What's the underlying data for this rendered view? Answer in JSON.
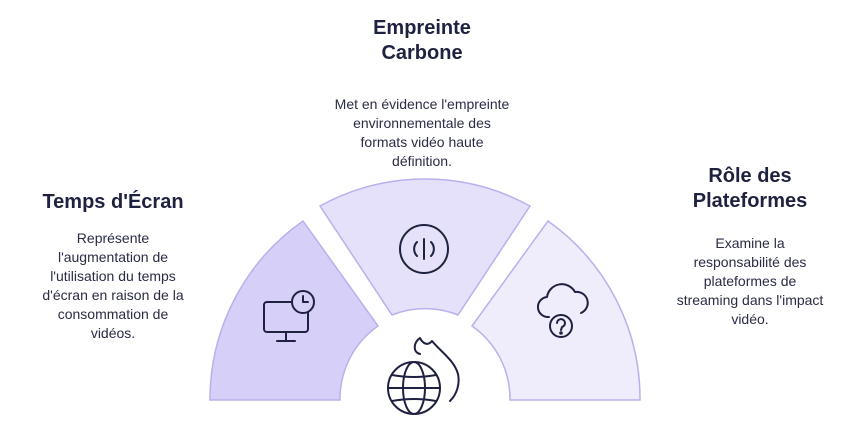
{
  "center": {
    "title_lines": [
      "Empreinte",
      "Carbone"
    ],
    "description_lines": [
      "Met en évidence l'empreinte",
      "environnementale des",
      "formats vidéo haute",
      "définition."
    ],
    "icon": "no-signal-icon"
  },
  "left": {
    "title_lines": [
      "Temps d'Écran"
    ],
    "description_lines": [
      "Représente",
      "l'augmentation de",
      "l'utilisation du temps",
      "d'écran en raison de la",
      "consommation de",
      "vidéos."
    ],
    "icon": "monitor-clock-icon"
  },
  "right": {
    "title_lines": [
      "Rôle des",
      "Plateformes"
    ],
    "description_lines": [
      "Examine la",
      "responsabilité des",
      "plateformes de",
      "streaming dans l'impact",
      "vidéo."
    ],
    "icon": "cloud-question-icon"
  },
  "hub": {
    "icon": "globe-fire-icon"
  },
  "colors": {
    "left_segment": "#d6cff7",
    "center_segment": "#e5e1fa",
    "right_segment": "#efecfc",
    "segment_stroke": "#b9b0ee",
    "icon_stroke": "#1f2140",
    "text": "#1f2140"
  }
}
